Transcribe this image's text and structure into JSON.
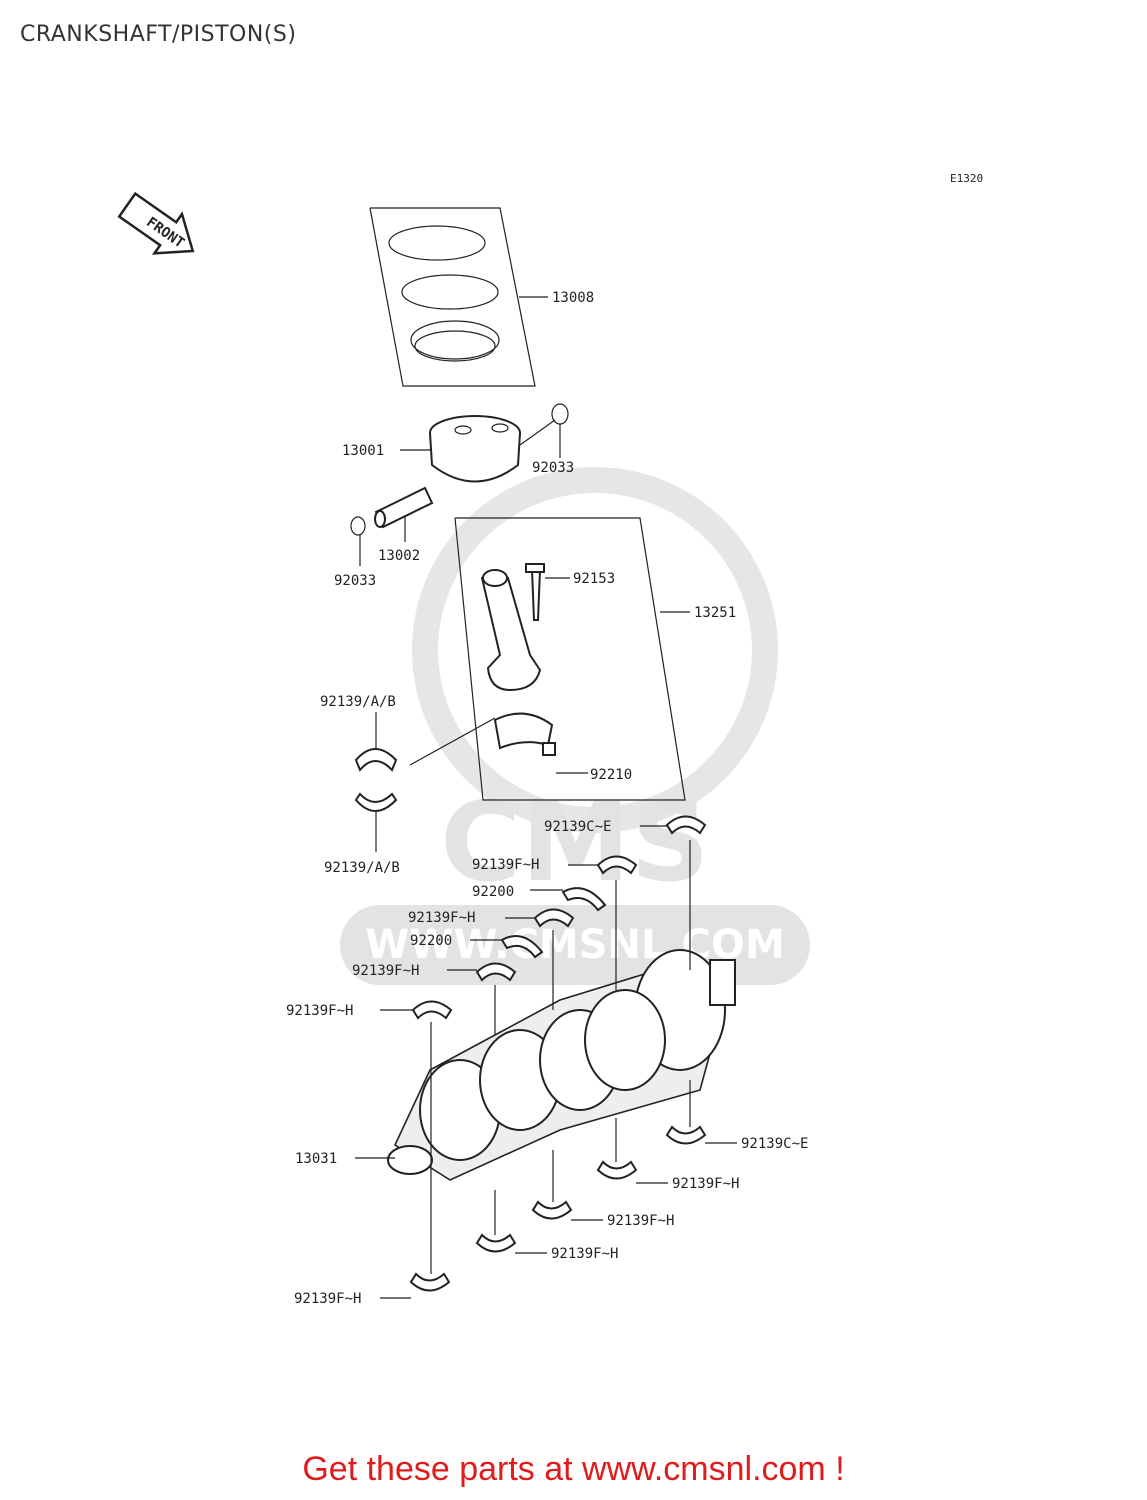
{
  "title": "CRANKSHAFT/PISTON(S)",
  "diagram_code": "E1320",
  "front_label": "FRONT",
  "watermark": {
    "logo_text": "CMS",
    "url_text": "WWW.CMSNL.COM"
  },
  "promo": {
    "prefix": "Get these parts at ",
    "link": "www.cmsnl.com",
    "suffix": " !"
  },
  "callouts": {
    "c13008": "13008",
    "c13001": "13001",
    "c92033a": "92033",
    "c13002": "13002",
    "c92033b": "92033",
    "c92153": "92153",
    "c13251": "13251",
    "c92139ab_top": "92139/A/B",
    "c92210": "92210",
    "c92139ab_bot": "92139/A/B",
    "c92139ce_top": "92139C~E",
    "c92139fh_1": "92139F~H",
    "c92200_1": "92200",
    "c92139fh_2": "92139F~H",
    "c92200_2": "92200",
    "c92139fh_3": "92139F~H",
    "c92139fh_4": "92139F~H",
    "c13031": "13031",
    "c92139ce_bot": "92139C~E",
    "c92139fh_5": "92139F~H",
    "c92139fh_6": "92139F~H",
    "c92139fh_7": "92139F~H",
    "c92139fh_8": "92139F~H"
  }
}
